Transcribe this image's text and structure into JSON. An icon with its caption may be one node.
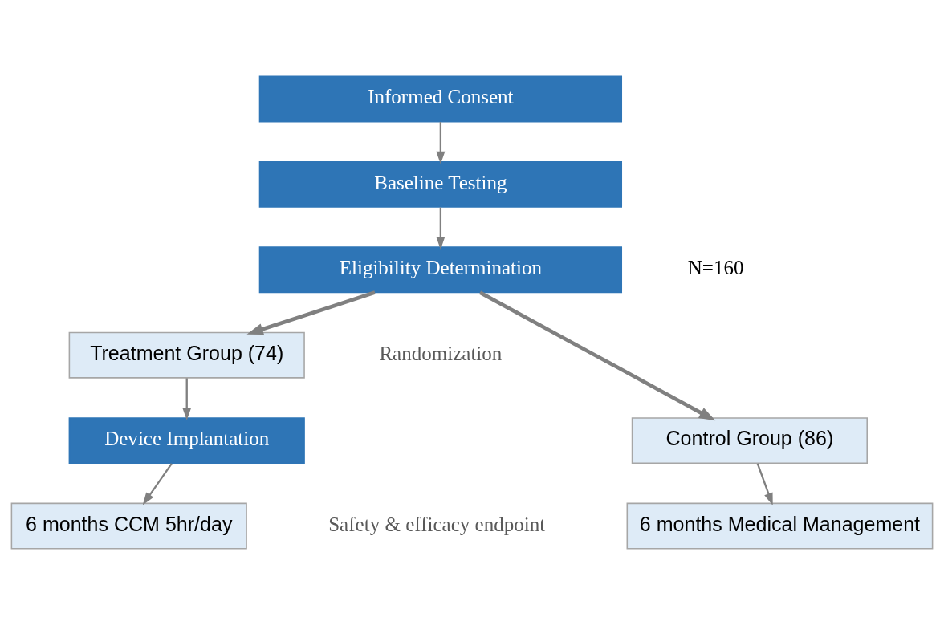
{
  "diagram": {
    "nodes": [
      {
        "text": [
          "Informed Consent"
        ]
      },
      {
        "text": [
          "Baseline Testing"
        ]
      },
      {
        "text": [
          "Eligibility Determination"
        ],
        "beside": [
          "N=160"
        ]
      },
      {
        "text": [
          "Treatment Group (74)"
        ]
      },
      {
        "text": [
          "Control Group (86)"
        ]
      },
      {
        "text": [
          "Device Implantation"
        ]
      },
      {
        "text": [
          "6 months CCM 5hr/day"
        ]
      },
      {
        "text": [
          "6 months Medical Management"
        ]
      }
    ],
    "edges": [
      {
        "from": 0,
        "to": 1,
        "arrow": "to"
      },
      {
        "from": 1,
        "to": 2,
        "arrow": "to"
      },
      {
        "from": 2,
        "to": 3,
        "arrow": "to",
        "style": "thick"
      },
      {
        "from": 2,
        "to": 4,
        "arrow": "to",
        "style": "thick"
      },
      {
        "from": 3,
        "to": 5,
        "arrow": "to"
      },
      {
        "from": 5,
        "to": 6,
        "arrow": "to"
      },
      {
        "from": 4,
        "to": 7,
        "arrow": "to"
      }
    ],
    "labels": [
      "Randomization",
      "Safety & efficacy endpoint"
    ]
  }
}
